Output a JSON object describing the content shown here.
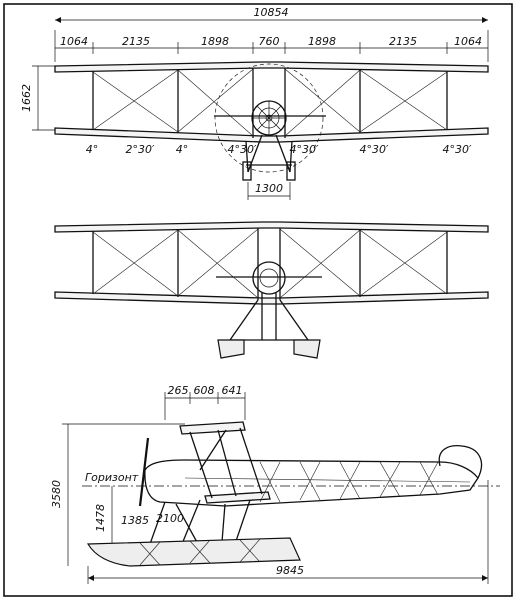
{
  "front_view": {
    "overall_span": "10854",
    "segments": [
      "1064",
      "2135",
      "1898",
      "760",
      "1898",
      "2135",
      "1064"
    ],
    "gap": "1662",
    "track": "1300",
    "angles": [
      "4°",
      "2°30′",
      "4°",
      "4°30′",
      "4°30′",
      "4°30′",
      "4°30′"
    ]
  },
  "side_view": {
    "top_dims": [
      "265",
      "608",
      "641"
    ],
    "height": "3580",
    "float_height": "1478",
    "float_offset": "1385",
    "strut_offset": "2100",
    "length": "9845",
    "horizon_label": "Горизонт"
  }
}
